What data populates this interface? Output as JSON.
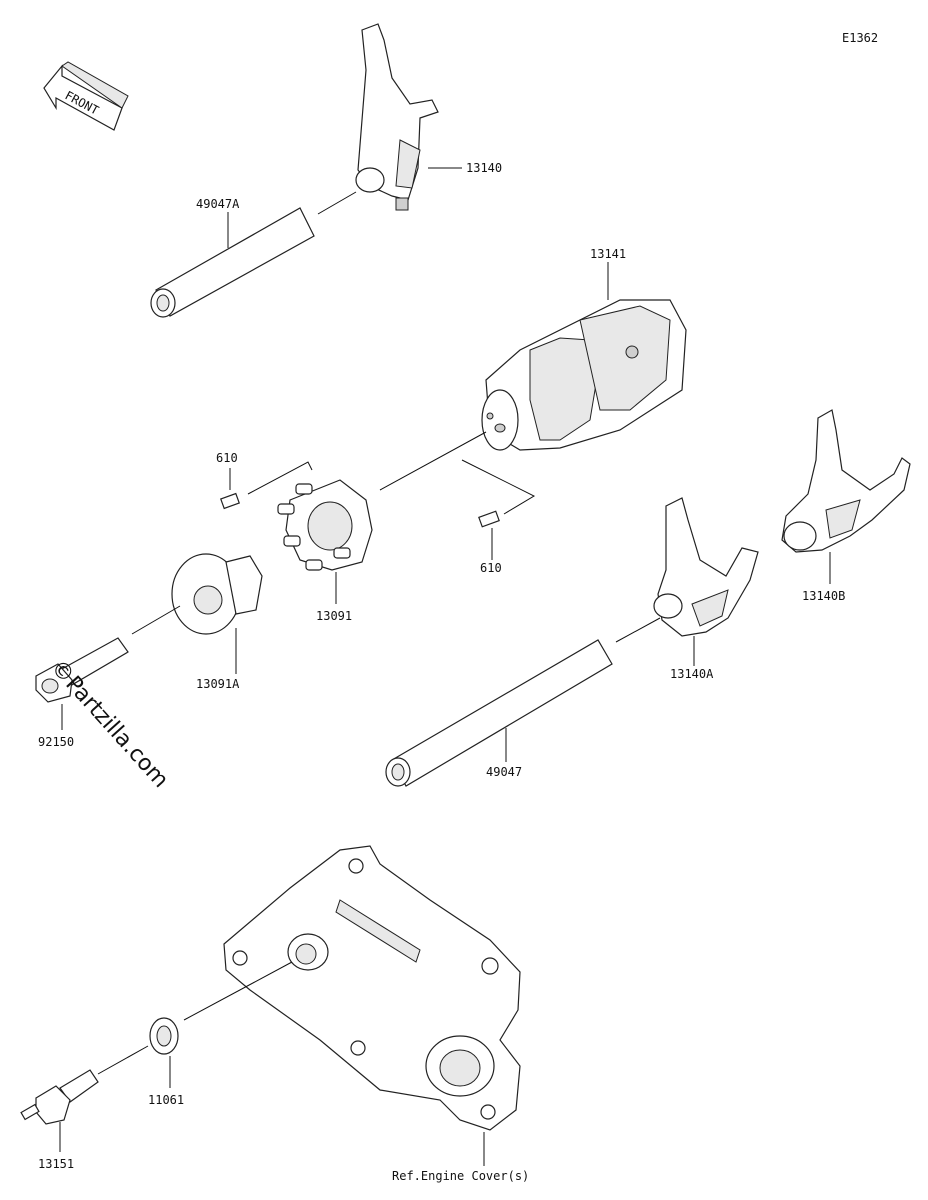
{
  "diagram_id": "E1362",
  "front_label": "FRONT",
  "watermark": "©Partzilla.com",
  "footer_note": "Ref.Engine Cover(s)",
  "labels": {
    "p13140": "13140",
    "p49047A": "49047A",
    "p13141": "13141",
    "p610a": "610",
    "p610b": "610",
    "p13091": "13091",
    "p13091A": "13091A",
    "p92150": "92150",
    "p49047": "49047",
    "p13140A": "13140A",
    "p13140B": "13140B",
    "p11061": "11061",
    "p13151": "13151"
  }
}
